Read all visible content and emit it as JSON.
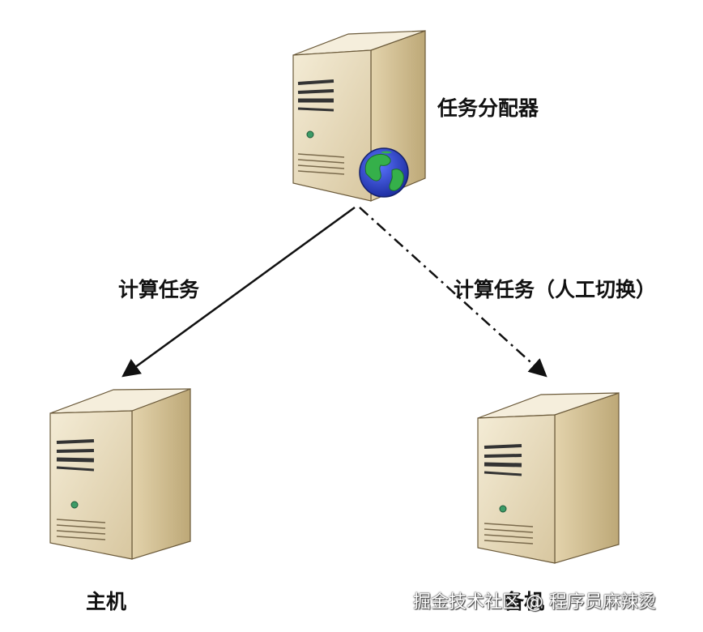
{
  "nodes": {
    "dispatcher": {
      "label": "任务分配器"
    },
    "host_left": {
      "label": "主机"
    },
    "host_right": {
      "label": "备机"
    }
  },
  "edges": {
    "compute": {
      "label": "计算任务",
      "style": "solid"
    },
    "compute_manual": {
      "label": "计算任务（人工切换）",
      "style": "dash-dot"
    }
  },
  "watermark": "掘金技术社区 @ 程序员麻辣烫",
  "colors": {
    "server_face": "#e8dcc0",
    "server_top": "#f4ecd8",
    "server_side": "#c9b78e",
    "outline": "#6b5a3a",
    "globe_ocean": "#2a3fc8",
    "globe_land": "#35b04a",
    "indicator": "#3c9b67"
  }
}
